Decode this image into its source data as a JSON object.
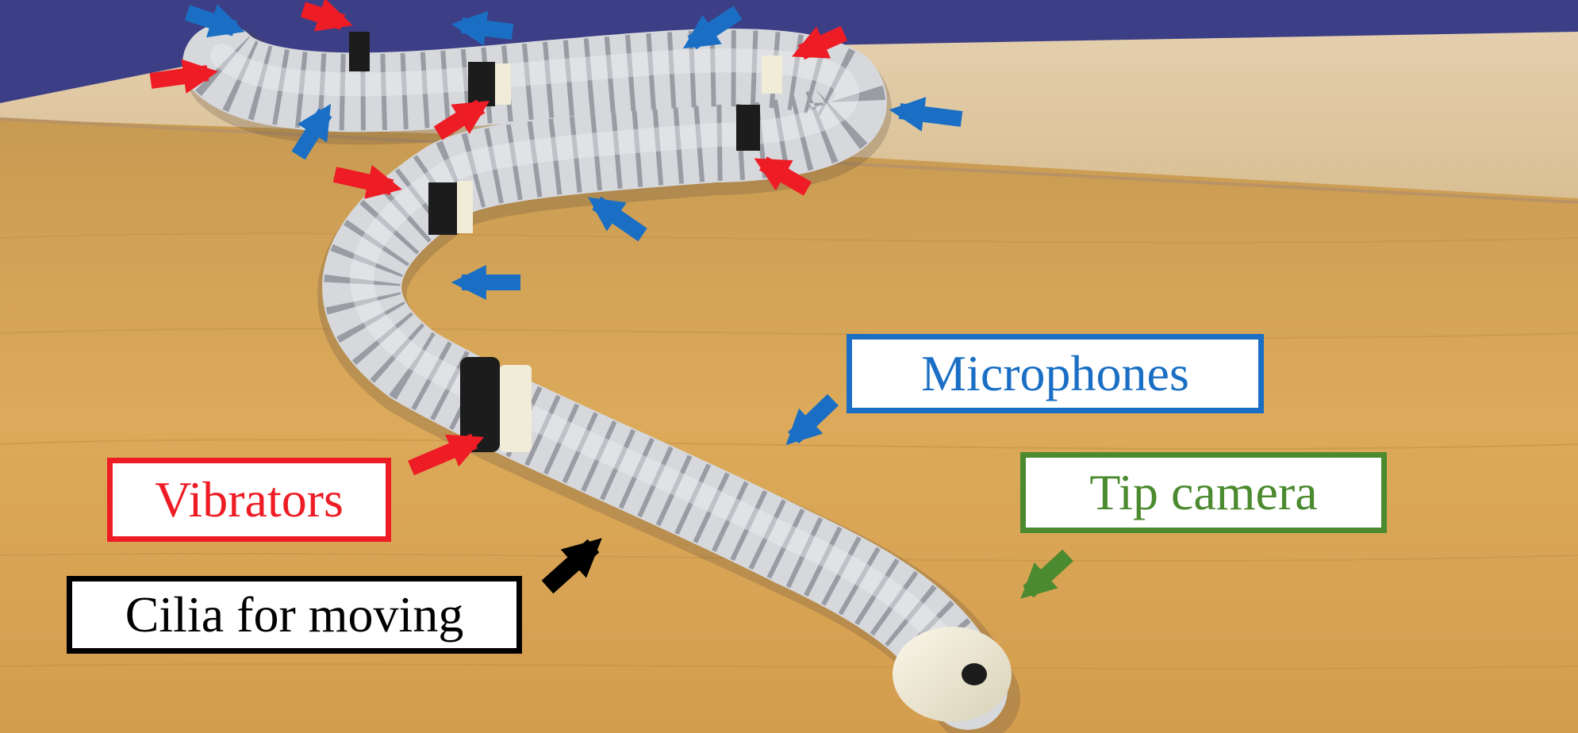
{
  "labels": {
    "microphones": "Microphones",
    "vibrators": "Vibrators",
    "tip_camera": "Tip camera",
    "cilia": "Cilia for moving"
  },
  "colors": {
    "microphones": "#1a6fc4",
    "vibrators": "#ee1c24",
    "tip_camera": "#4b8a2f",
    "cilia": "#000000",
    "table": "#d8a656",
    "carpet": "#3d3f86",
    "robot_body": "#d6d8dc",
    "robot_ring": "#1c1c1c",
    "robot_tip": "#f1ecd8"
  }
}
